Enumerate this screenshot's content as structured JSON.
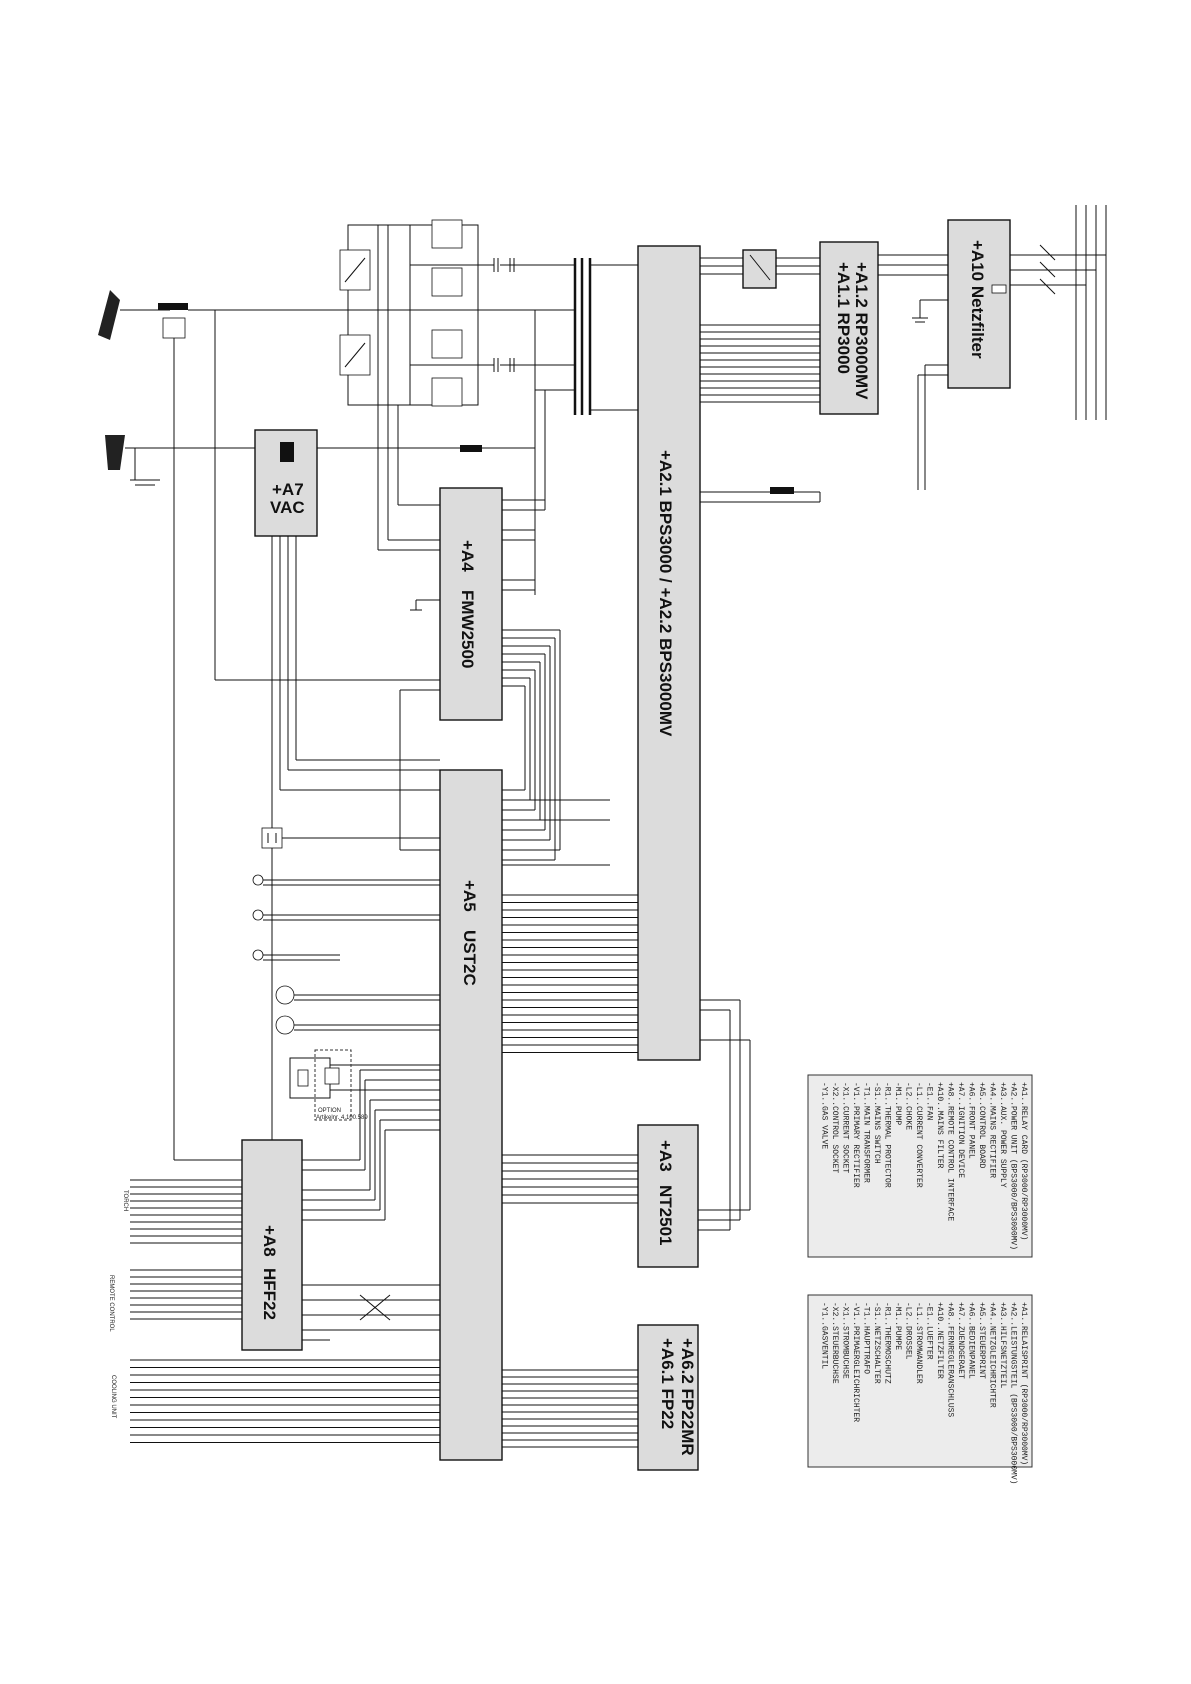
{
  "modules": {
    "a10": "+A10  Netzfilter",
    "a1_line1": "+A1.1  RP3000",
    "a1_line2": "+A1.2  RP3000MV",
    "a2": "+A2.1   BPS3000      /      +A2.2   BPS3000MV",
    "a4_line1": "+A4",
    "a4_line2": "FMW2500",
    "a5_line1": "+A5",
    "a5_line2": "UST2C",
    "a7_line1": "+A7",
    "a7_line2": "VAC",
    "a3_line1": "+A3",
    "a3_line2": "NT2501",
    "a6_line1": "+A6.1  FP22",
    "a6_line2": "+A6.2  FP22MR",
    "a8_line1": "+A8",
    "a8_line2": "HFF22"
  },
  "side_labels": {
    "torch": "TORCH",
    "remote": "REMOTE CONTROL",
    "cooling": "COOLING UNIT",
    "option": "OPTION",
    "option_sub": "Artikelnr. 4.100.589"
  },
  "legend_en": [
    "+A1..RELAY CARD (RP3000/RP3000MV)",
    "+A2..POWER UNIT (BPS3000/BPS3000MV)",
    "+A3..AUX. POWER SUPPLY",
    "+A4..MAINS RECTIFIER",
    "+A5..CONTROL BOARD",
    "+A6..FRONT PANEL",
    "+A7..IGNITION DEVICE",
    "+A8..REMOTE CONTROL INTERFACE",
    "+A10..MAINS FILTER",
    "-E1..FAN",
    "-L1..CURRENT CONVERTER",
    "-L2..CHOKE",
    "-M1..PUMP",
    "-R1..THERMAL PROTECTOR",
    "-S1..MAINS SWITCH",
    "-T1..MAIN TRANSFORMER",
    "-V1..PRIMARY RECTIFIER",
    "-X1..CURRENT SOCKET",
    "-X2..CONTROL SOCKET",
    "-Y1..GAS VALVE"
  ],
  "legend_de": [
    "+A1..RELAISPRINT (RP3000/RP3000MV)",
    "+A2..LEISTUNGSTEIL (BPS3000/BPS3000MV)",
    "+A3..HILFSNETZTEIL",
    "+A4..NETZGLEICHRICHTER",
    "+A5..STEUERPRINT",
    "+A6..BEDIENPANEL",
    "+A7..ZUENDGERAET",
    "+A8..FERNREGLERANSCHLUSS",
    "+A10..NETZFILTER",
    "-E1..LUEFTER",
    "-L1..STROMWANDLER",
    "-L2..DROSSEL",
    "-M1..PUMPE",
    "-R1..THERMOSCHUTZ",
    "-S1..NETZSCHALTER",
    "-T1..HAUPTTRAFO",
    "-V1..PRIMAERGLEICHRICHTER",
    "-X1..STROMBUCHSE",
    "-X2..STEUERBUCHSE",
    "-Y1..GASVENTIL"
  ]
}
